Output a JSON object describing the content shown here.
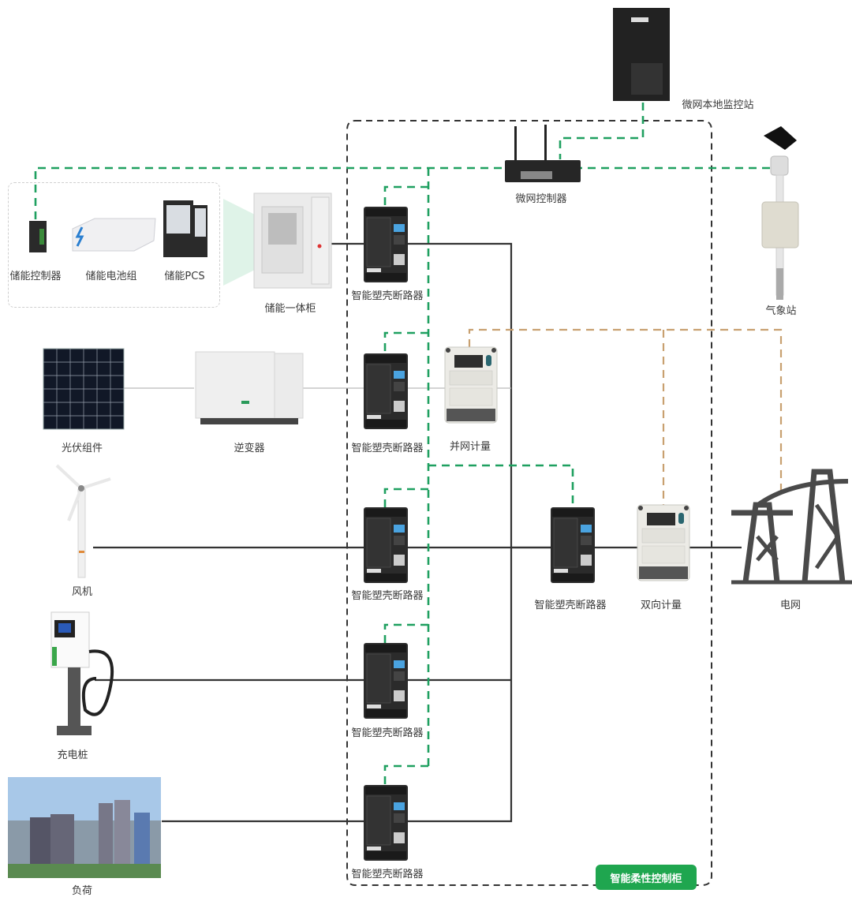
{
  "title": "微电网智能柔性控制系统拓扑",
  "colors": {
    "comm_line": "#1fa060",
    "meter_line": "#c8a070",
    "power_line": "#333333",
    "thin_line": "#bbbbbb",
    "cabinet_border": "#333333",
    "badge_bg": "#1fa64f"
  },
  "cabinet": {
    "label": "智能柔性控制柜"
  },
  "nodes": {
    "monitor_station": {
      "label": "微网本地监控站",
      "icon": "server-tower-icon"
    },
    "microgrid_controller": {
      "label": "微网控制器",
      "icon": "router-antenna-icon"
    },
    "weather_station": {
      "label": "气象站",
      "icon": "weather-station-icon"
    },
    "storage_controller": {
      "label": "储能控制器",
      "icon": "din-controller-icon"
    },
    "battery_pack": {
      "label": "储能电池组",
      "icon": "battery-rack-icon"
    },
    "storage_pcs": {
      "label": "储能PCS",
      "icon": "pcs-cabinet-icon"
    },
    "storage_cabinet": {
      "label": "储能一体柜",
      "icon": "storage-cabinet-icon"
    },
    "pv_module": {
      "label": "光伏组件",
      "icon": "solar-panel-icon"
    },
    "inverter": {
      "label": "逆变器",
      "icon": "inverter-icon"
    },
    "grid_meter": {
      "label": "并网计量",
      "icon": "energy-meter-icon"
    },
    "wind_turbine": {
      "label": "风机",
      "icon": "wind-turbine-icon"
    },
    "charger": {
      "label": "充电桩",
      "icon": "ev-charger-icon"
    },
    "load": {
      "label": "负荷",
      "icon": "city-buildings-icon"
    },
    "main_breaker": {
      "label": "智能塑壳断路器",
      "icon": "breaker-icon"
    },
    "bidirectional_meter": {
      "label": "双向计量",
      "icon": "energy-meter-icon"
    },
    "power_grid": {
      "label": "电网",
      "icon": "transmission-tower-icon"
    }
  },
  "breakers": [
    {
      "label": "智能塑壳断路器",
      "feeder": "储能一体柜"
    },
    {
      "label": "智能塑壳断路器",
      "feeder": "逆变器"
    },
    {
      "label": "智能塑壳断路器",
      "feeder": "风机"
    },
    {
      "label": "智能塑壳断路器",
      "feeder": "充电桩"
    },
    {
      "label": "智能塑壳断路器",
      "feeder": "负荷"
    }
  ]
}
